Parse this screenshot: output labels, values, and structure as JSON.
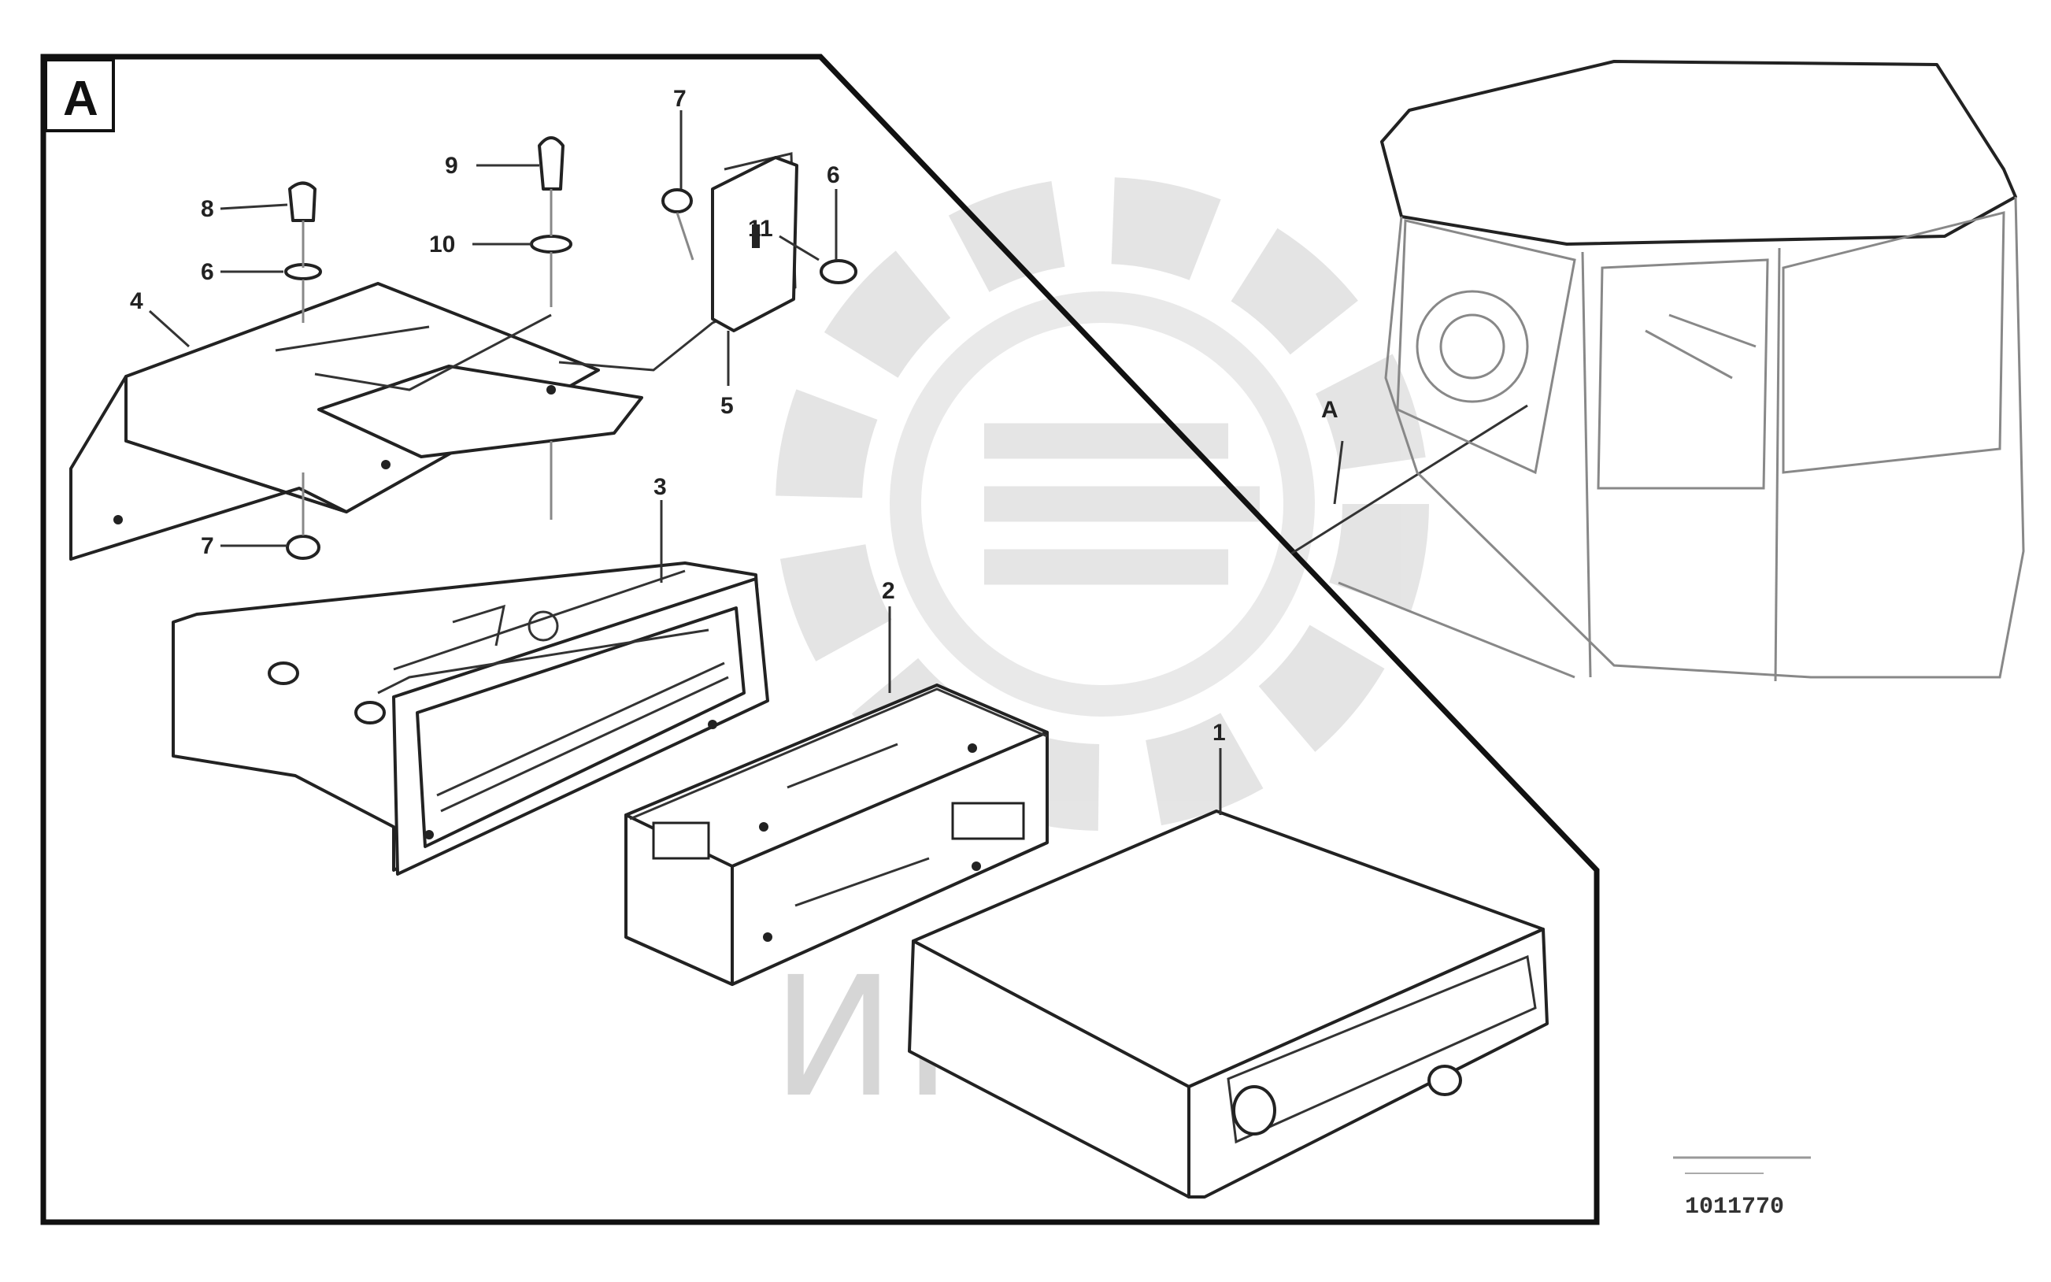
{
  "inset": {
    "letter": "A"
  },
  "watermark": {
    "text": "ИНТЕХ"
  },
  "callouts": [
    {
      "id": "1",
      "label": "1"
    },
    {
      "id": "2",
      "label": "2"
    },
    {
      "id": "3",
      "label": "3"
    },
    {
      "id": "4",
      "label": "4"
    },
    {
      "id": "5",
      "label": "5"
    },
    {
      "id": "6a",
      "label": "6"
    },
    {
      "id": "6b",
      "label": "6"
    },
    {
      "id": "7a",
      "label": "7"
    },
    {
      "id": "7b",
      "label": "7"
    },
    {
      "id": "8",
      "label": "8"
    },
    {
      "id": "9",
      "label": "9"
    },
    {
      "id": "10",
      "label": "10"
    },
    {
      "id": "11",
      "label": "11"
    },
    {
      "id": "A2",
      "label": "A"
    }
  ],
  "drawing_ref": {
    "number": "1011770"
  }
}
